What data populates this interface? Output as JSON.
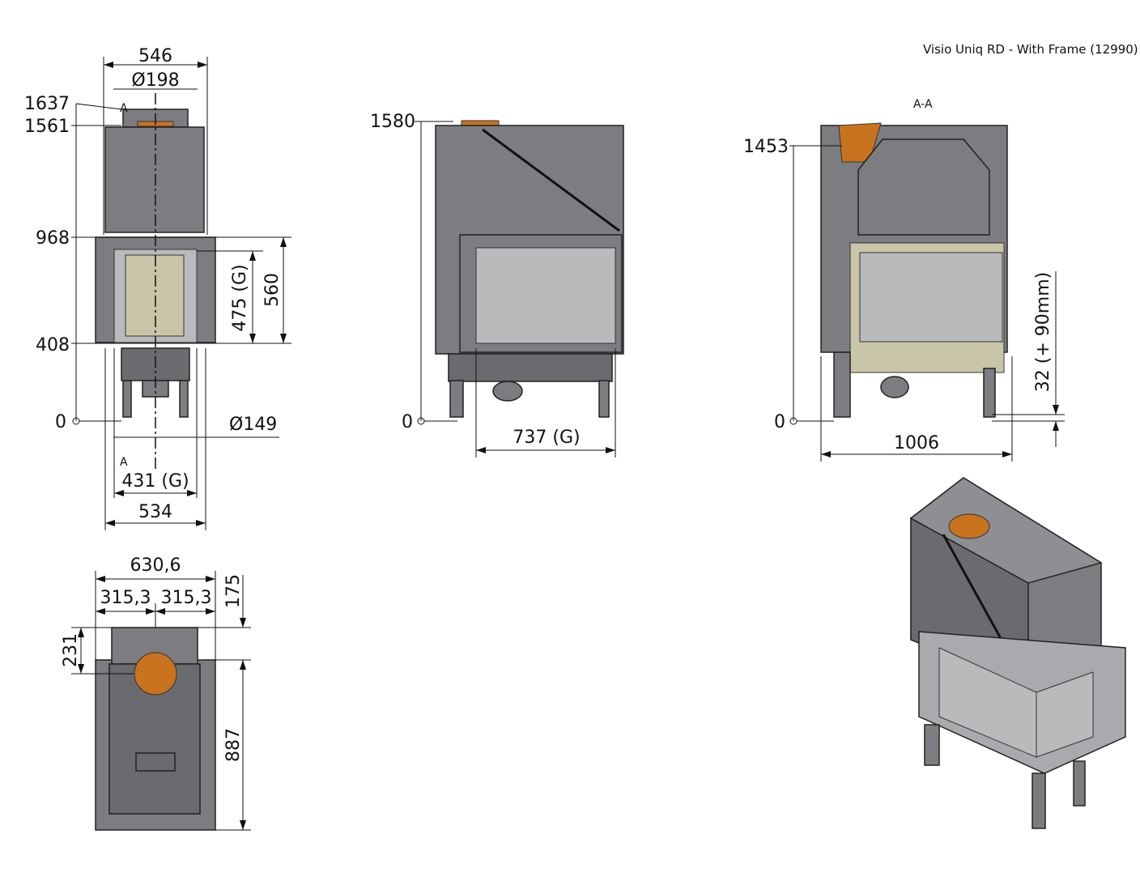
{
  "title": "Visio Uniq RD - With Frame (12990)",
  "front_view": {
    "width_top": "546",
    "flue_diameter": "Ø198",
    "height_total": "1637",
    "height_body": "1561",
    "height_frame_top": "968",
    "height_frame_bottom": "408",
    "height_zero": "0",
    "glass_height": "475 (G)",
    "frame_height": "560",
    "air_inlet_diameter": "Ø149",
    "section_marker_top": "A",
    "section_marker_bottom": "A",
    "glass_width": "431 (G)",
    "width_bottom": "534"
  },
  "side_view": {
    "height_total": "1580",
    "height_zero": "0",
    "glass_width": "737 (G)"
  },
  "section_view": {
    "label": "A-A",
    "height_flue": "1453",
    "height_zero": "0",
    "depth": "1006",
    "leg_adjust": "32 (+ 90mm)"
  },
  "top_view": {
    "width_total": "630,6",
    "half_left": "315,3",
    "half_right": "315,3",
    "offset_front": "175",
    "flue_offset": "231",
    "depth": "887"
  }
}
